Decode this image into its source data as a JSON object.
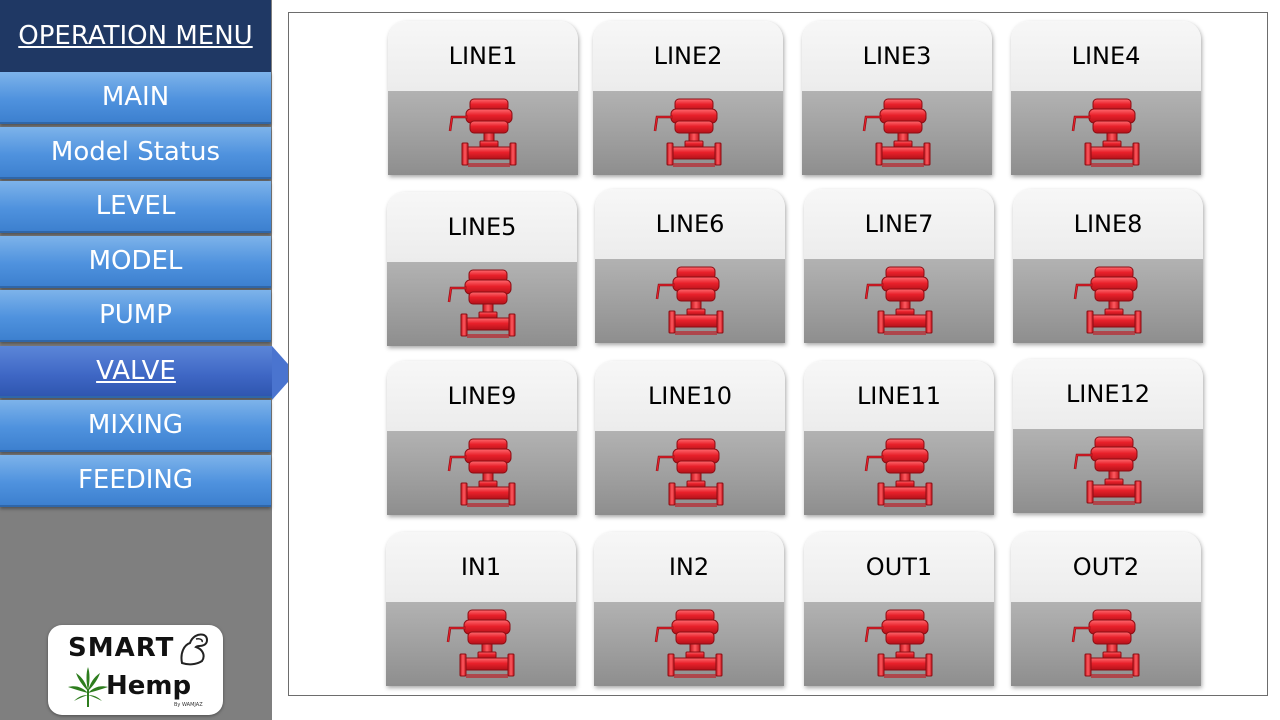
{
  "sidebar": {
    "title": "OPERATION MENU",
    "items": [
      {
        "label": "MAIN",
        "active": false
      },
      {
        "label": "Model Status",
        "active": false
      },
      {
        "label": "LEVEL",
        "active": false
      },
      {
        "label": "MODEL",
        "active": false
      },
      {
        "label": "PUMP",
        "active": false
      },
      {
        "label": "VALVE",
        "active": true
      },
      {
        "label": "MIXING",
        "active": false
      },
      {
        "label": "FEEDING",
        "active": false
      }
    ]
  },
  "logo": {
    "line1": "SMART",
    "line2": "Hemp",
    "sub": "By WAMJAZ"
  },
  "valves": [
    {
      "label": "LINE1",
      "icon": "valve-icon",
      "state_color": "#e8202a"
    },
    {
      "label": "LINE2",
      "icon": "valve-icon",
      "state_color": "#e8202a"
    },
    {
      "label": "LINE3",
      "icon": "valve-icon",
      "state_color": "#e8202a"
    },
    {
      "label": "LINE4",
      "icon": "valve-icon",
      "state_color": "#e8202a"
    },
    {
      "label": "LINE5",
      "icon": "valve-icon",
      "state_color": "#e8202a"
    },
    {
      "label": "LINE6",
      "icon": "valve-icon",
      "state_color": "#e8202a"
    },
    {
      "label": "LINE7",
      "icon": "valve-icon",
      "state_color": "#e8202a"
    },
    {
      "label": "LINE8",
      "icon": "valve-icon",
      "state_color": "#e8202a"
    },
    {
      "label": "LINE9",
      "icon": "valve-icon",
      "state_color": "#e8202a"
    },
    {
      "label": "LINE10",
      "icon": "valve-icon",
      "state_color": "#e8202a"
    },
    {
      "label": "LINE11",
      "icon": "valve-icon",
      "state_color": "#e8202a"
    },
    {
      "label": "LINE12",
      "icon": "valve-icon",
      "state_color": "#e8202a"
    },
    {
      "label": "IN1",
      "icon": "valve-icon",
      "state_color": "#e8202a"
    },
    {
      "label": "IN2",
      "icon": "valve-icon",
      "state_color": "#e8202a"
    },
    {
      "label": "OUT1",
      "icon": "valve-icon",
      "state_color": "#e8202a"
    },
    {
      "label": "OUT2",
      "icon": "valve-icon",
      "state_color": "#e8202a"
    }
  ],
  "colors": {
    "menu_title_bg": "#1f3864",
    "menu_item": "#4f92de",
    "menu_active": "#3e66c4",
    "sidebar_bg": "#7f7f7f"
  }
}
